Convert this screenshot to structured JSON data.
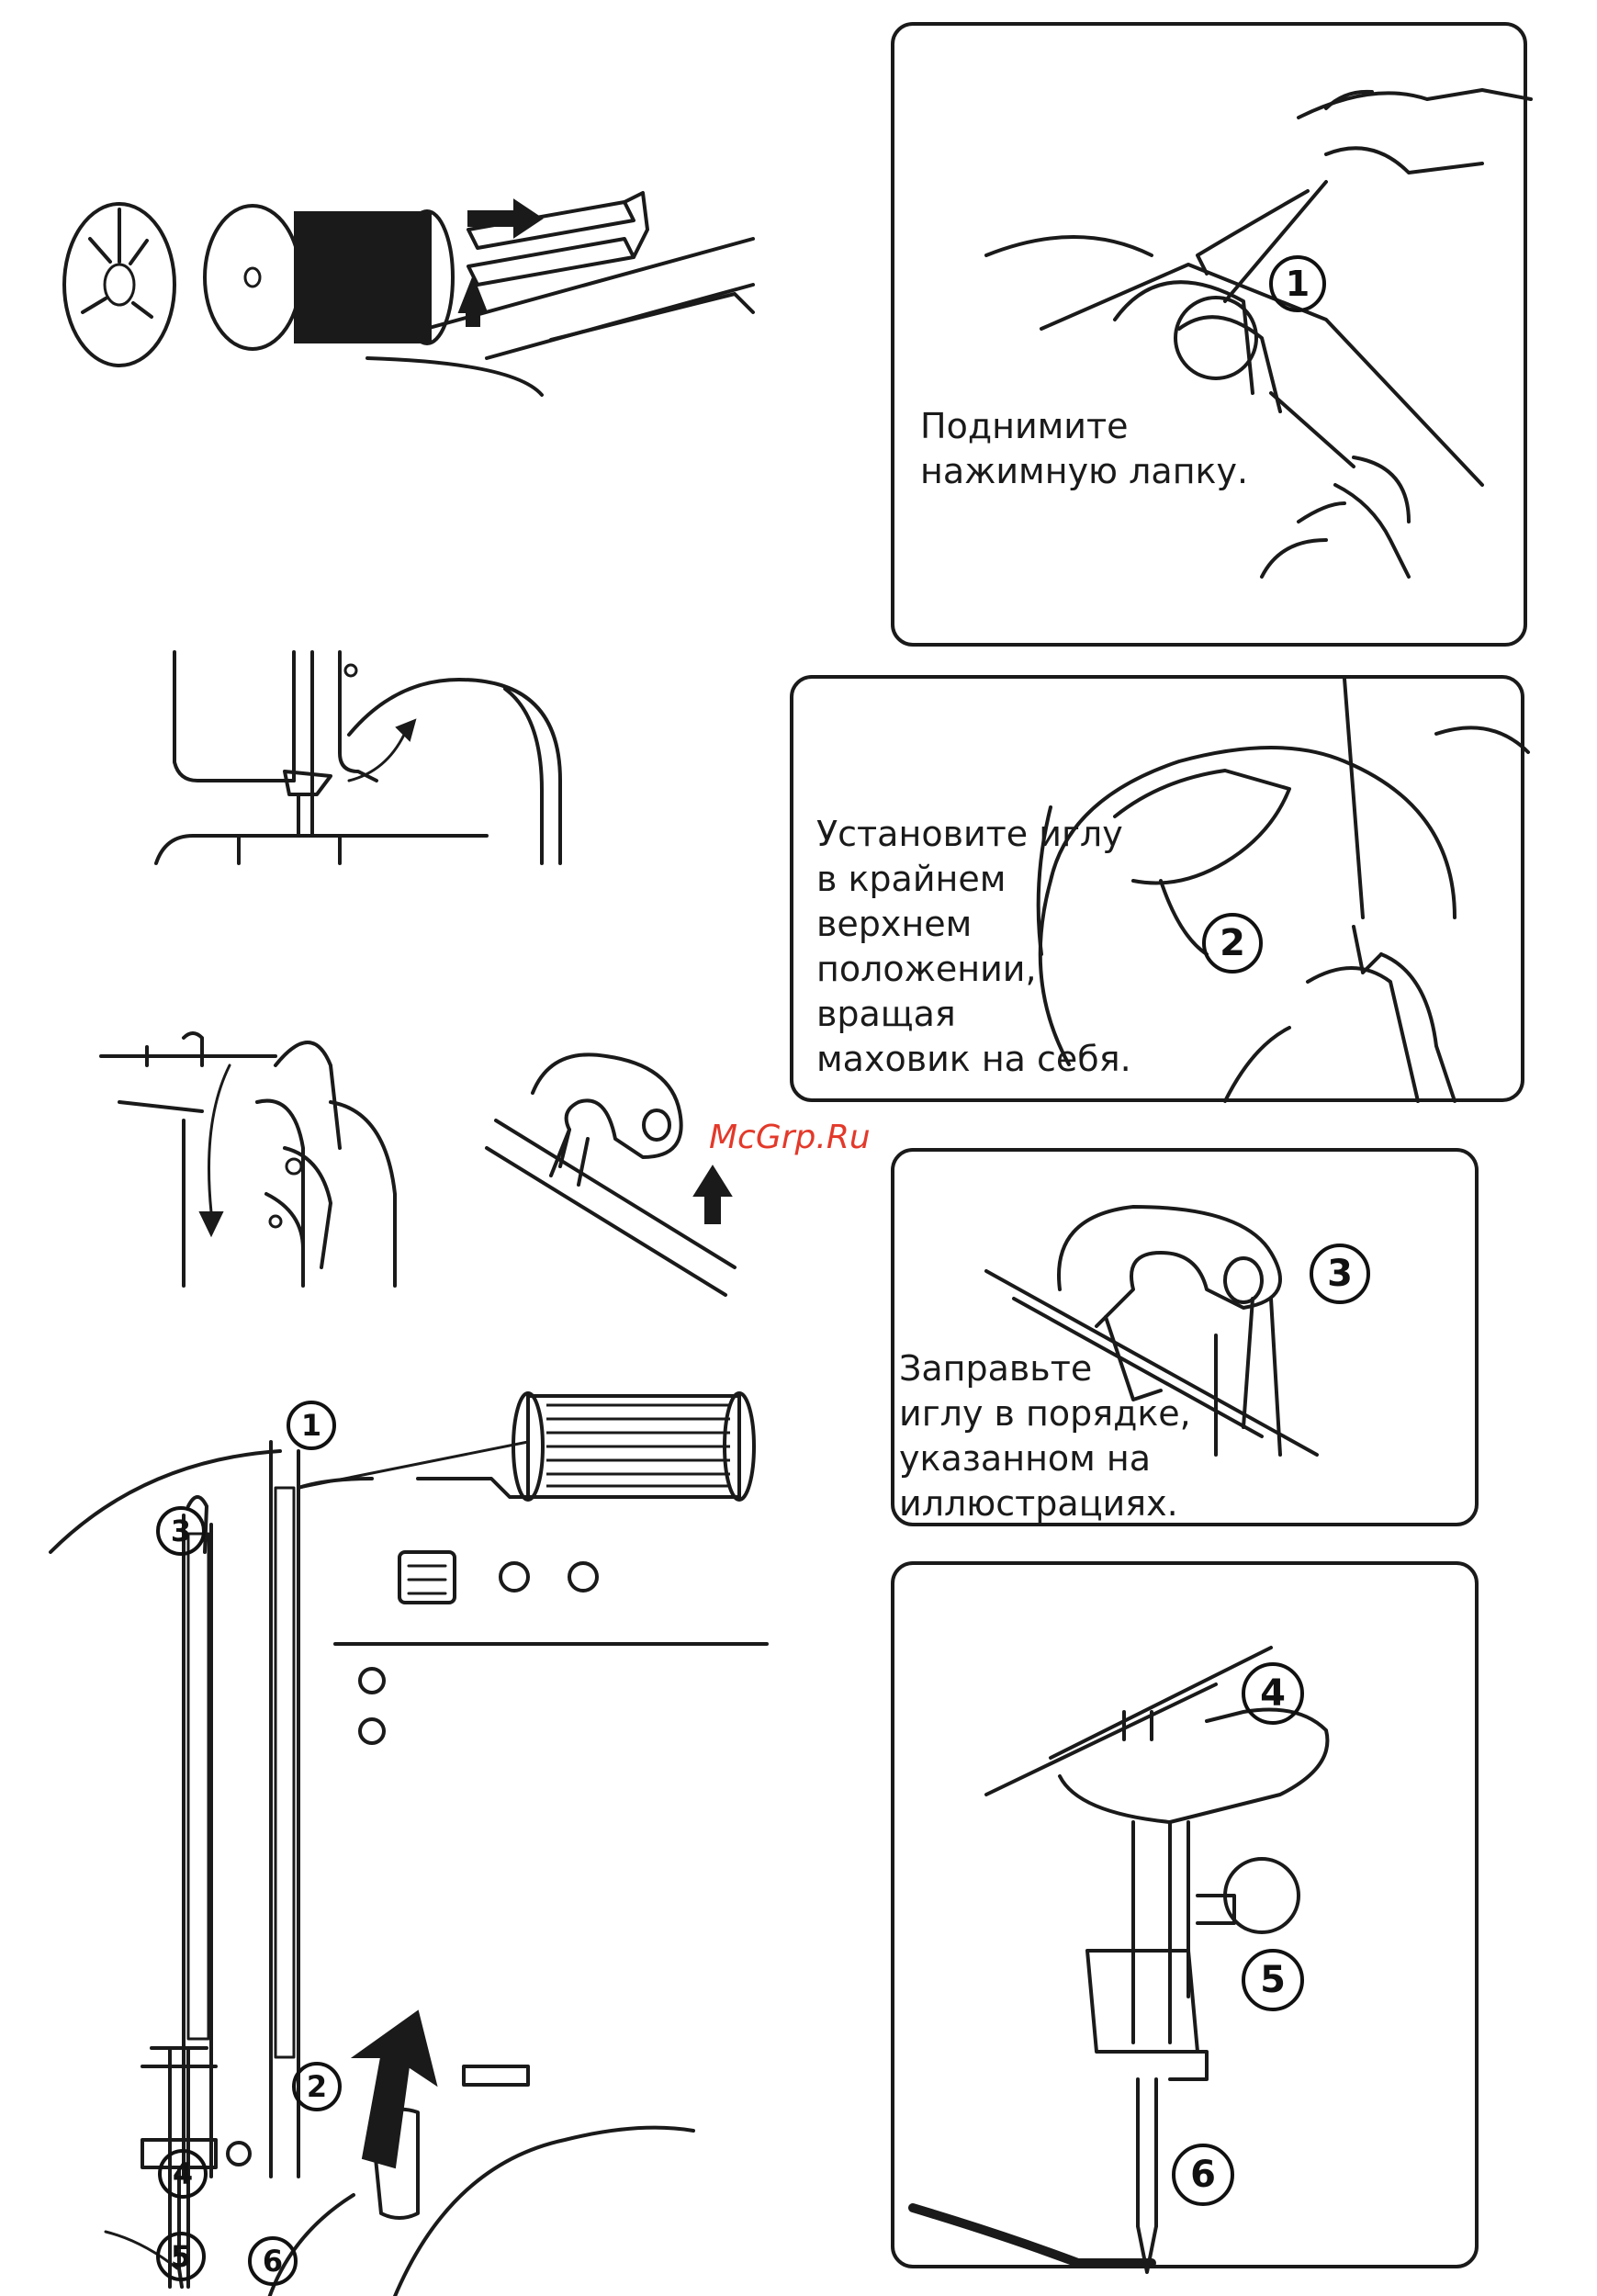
{
  "captions": {
    "step1": "Поднимите\nнажимную лапку.",
    "step2": "Установите иглу\nв крайнем\nверхнем\nположении,\nвращая\nмаховик на себя.",
    "step3": "Заправьте\nиглу в порядке,\nуказанном на\nиллюстрациях."
  },
  "watermark": "McGrp.Ru",
  "markers": {
    "n1": "1",
    "n2": "2",
    "n3": "3",
    "n4": "4",
    "n5": "5",
    "n6": "6"
  }
}
